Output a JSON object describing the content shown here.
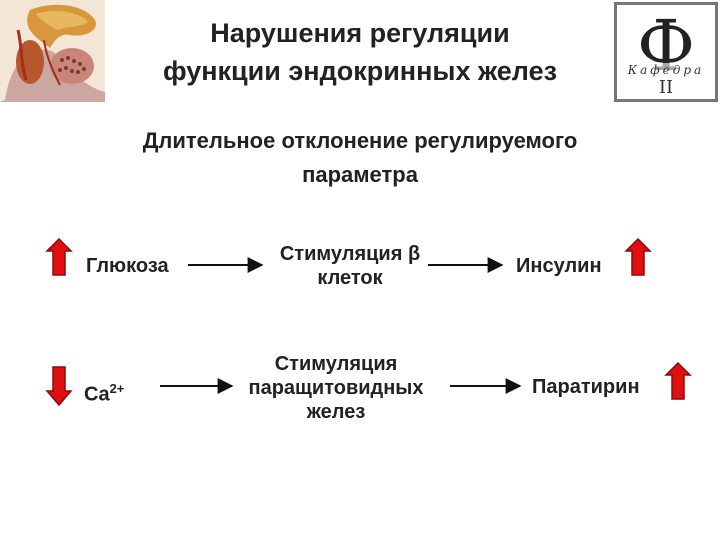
{
  "title": {
    "line1": "Нарушения регуляции",
    "line2": "функции эндокринных желез"
  },
  "logo": {
    "letter": "Ф",
    "caption": "Кафедра",
    "digits": "II"
  },
  "subtitle": {
    "line1": "Длительное отклонение регулируемого",
    "line2": "параметра"
  },
  "row1": {
    "left": "Глюкоза",
    "middle_line1": "Стимуляция β",
    "middle_line2": "клеток",
    "right": "Инсулин",
    "left_direction": "up",
    "right_direction": "up"
  },
  "row2": {
    "left_base": "Ca",
    "left_sup": "2+",
    "middle_line1": "Стимуляция",
    "middle_line2": "паращитовидных",
    "middle_line3": "желез",
    "right": "Паратирин",
    "left_direction": "down",
    "right_direction": "up"
  },
  "colors": {
    "arrow_red": "#e01010",
    "arrow_red_dark": "#8a0a0a",
    "text": "#222222"
  }
}
